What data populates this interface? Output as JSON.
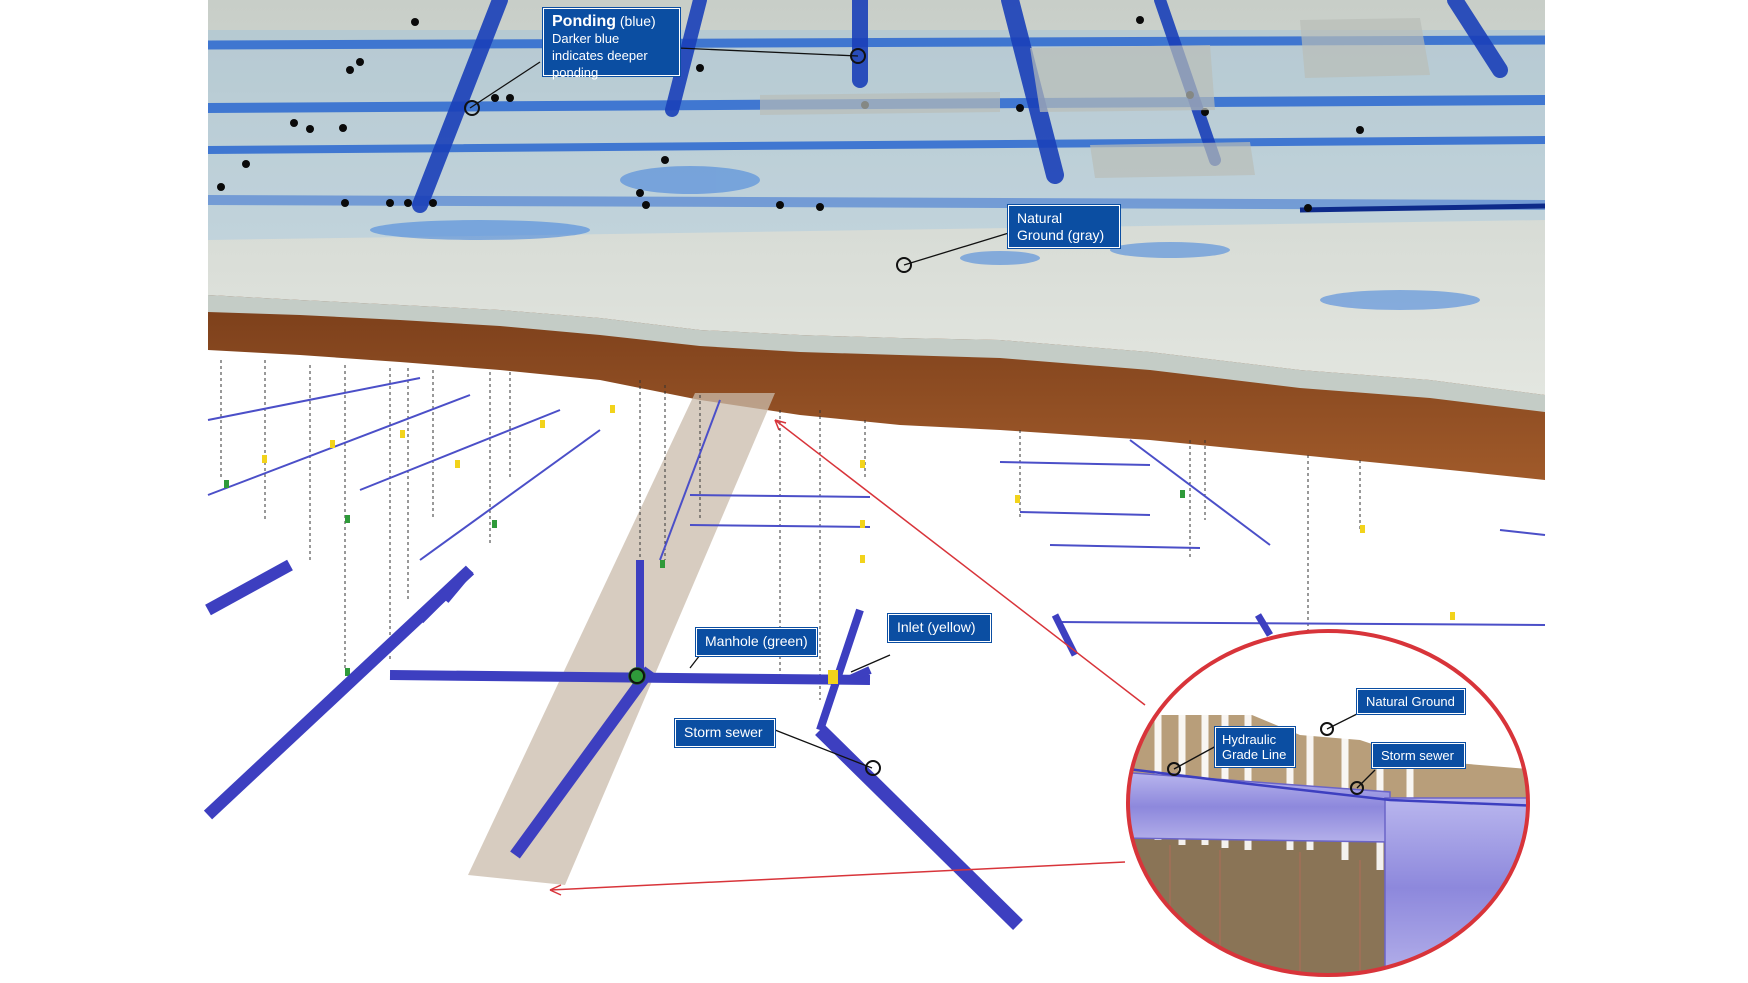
{
  "callouts": {
    "ponding": {
      "title": "Ponding",
      "title_suffix": "(blue)",
      "line1": "Darker blue indicates",
      "line2": "deeper ponding"
    },
    "natural_ground_top": {
      "line1": "Natural Ground",
      "line2": "(gray)"
    },
    "manhole": {
      "label": "Manhole (green)"
    },
    "inlet": {
      "label": "Inlet (yellow)"
    },
    "storm_sewer": {
      "label": "Storm sewer"
    },
    "natural_ground_inset": {
      "label": "Natural Ground"
    },
    "hydraulic_grade_line": {
      "line1": "Hydraulic",
      "line2": "Grade Line"
    },
    "storm_sewer_inset": {
      "label": "Storm sewer"
    }
  },
  "colors": {
    "ponding_light": "#5aa6e6",
    "ponding_dark": "#1a3fb8",
    "ground_gray": "#d9ddd6",
    "soil_brown": "#8a4a22",
    "pipe_blue": "#3d3fc0",
    "manhole_green": "#2f9a3a",
    "inlet_yellow": "#f2d31b",
    "callout_blue": "#0b4ea2",
    "inset_ring_red": "#d8343a",
    "highlight_beam": "#c9bbab"
  },
  "icons": {
    "leader_marker": "circle-marker-icon",
    "pointer_arrow": "red-arrow-icon"
  }
}
